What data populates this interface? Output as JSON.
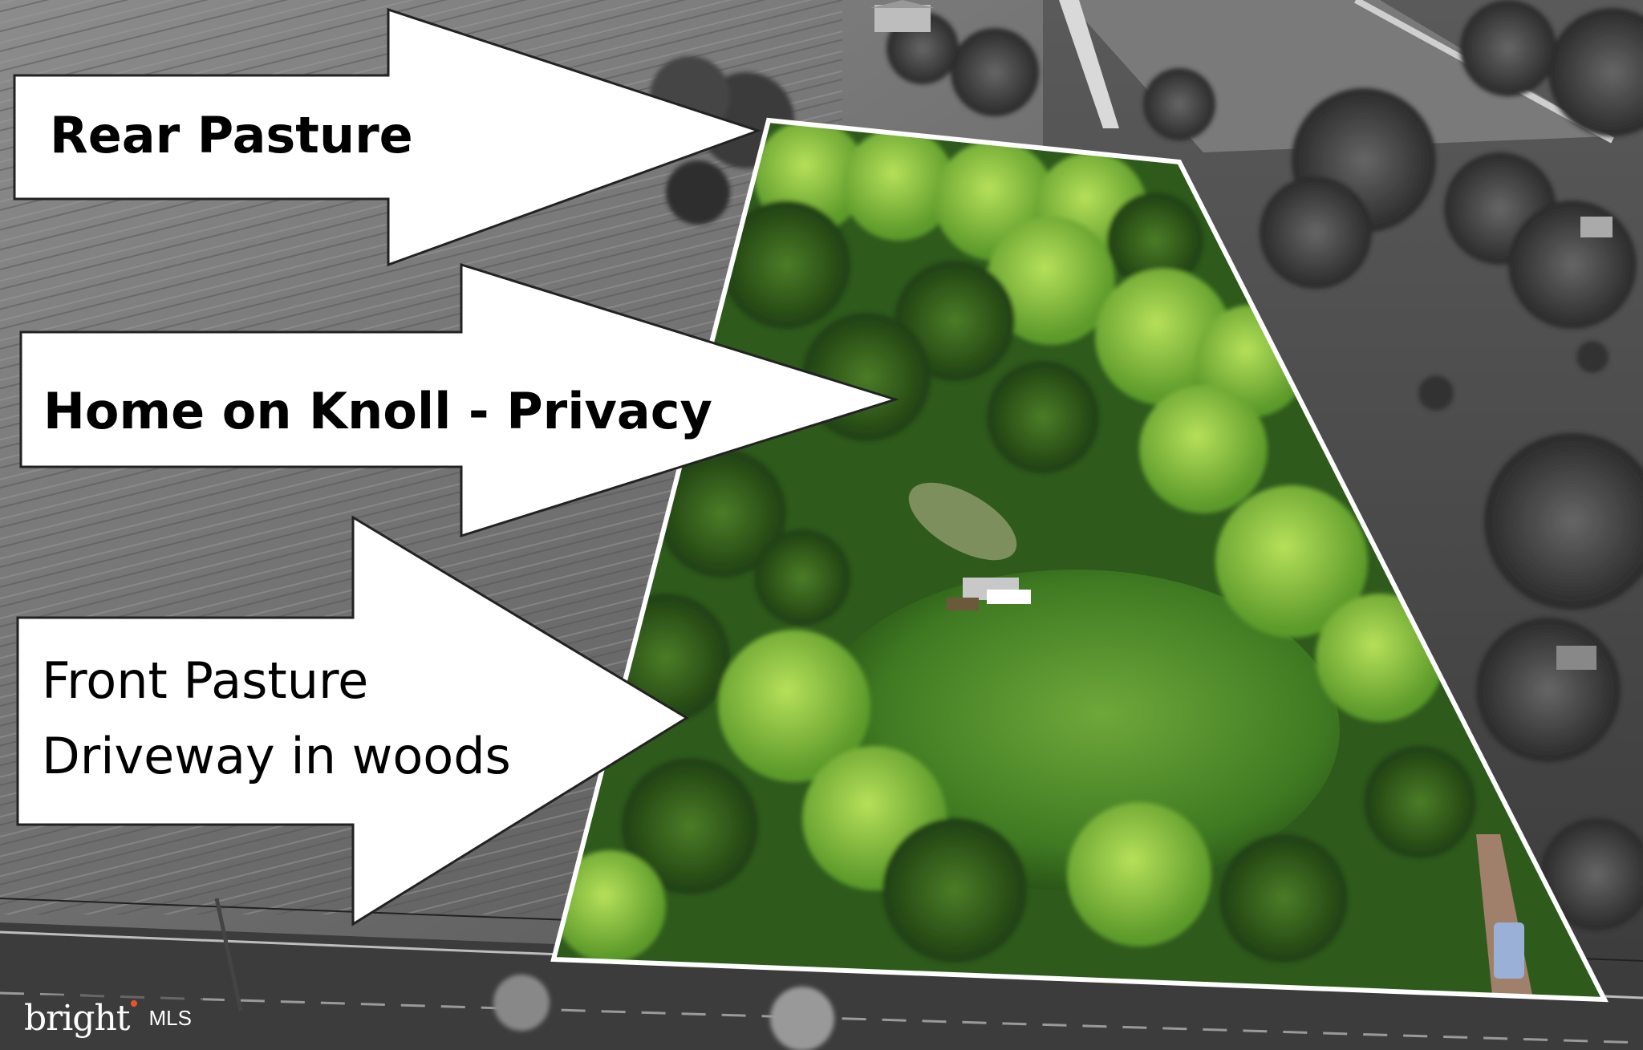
{
  "labels": {
    "rear": "Rear Pasture",
    "home": "Home on Knoll - Privacy",
    "front_line1": "Front Pasture",
    "front_line2": "Driveway in woods"
  },
  "watermark": {
    "brand": "bright",
    "suffix": "MLS"
  },
  "colors": {
    "arrow_fill": "#ffffff",
    "parcel_outline": "#ffffff",
    "foliage_dark": "#2e5a1c",
    "foliage_light": "#8cc43c",
    "grass": "#4f8a2a",
    "surroundings_gray": "#6e6e6e",
    "watermark_accent": "#e8532c"
  }
}
